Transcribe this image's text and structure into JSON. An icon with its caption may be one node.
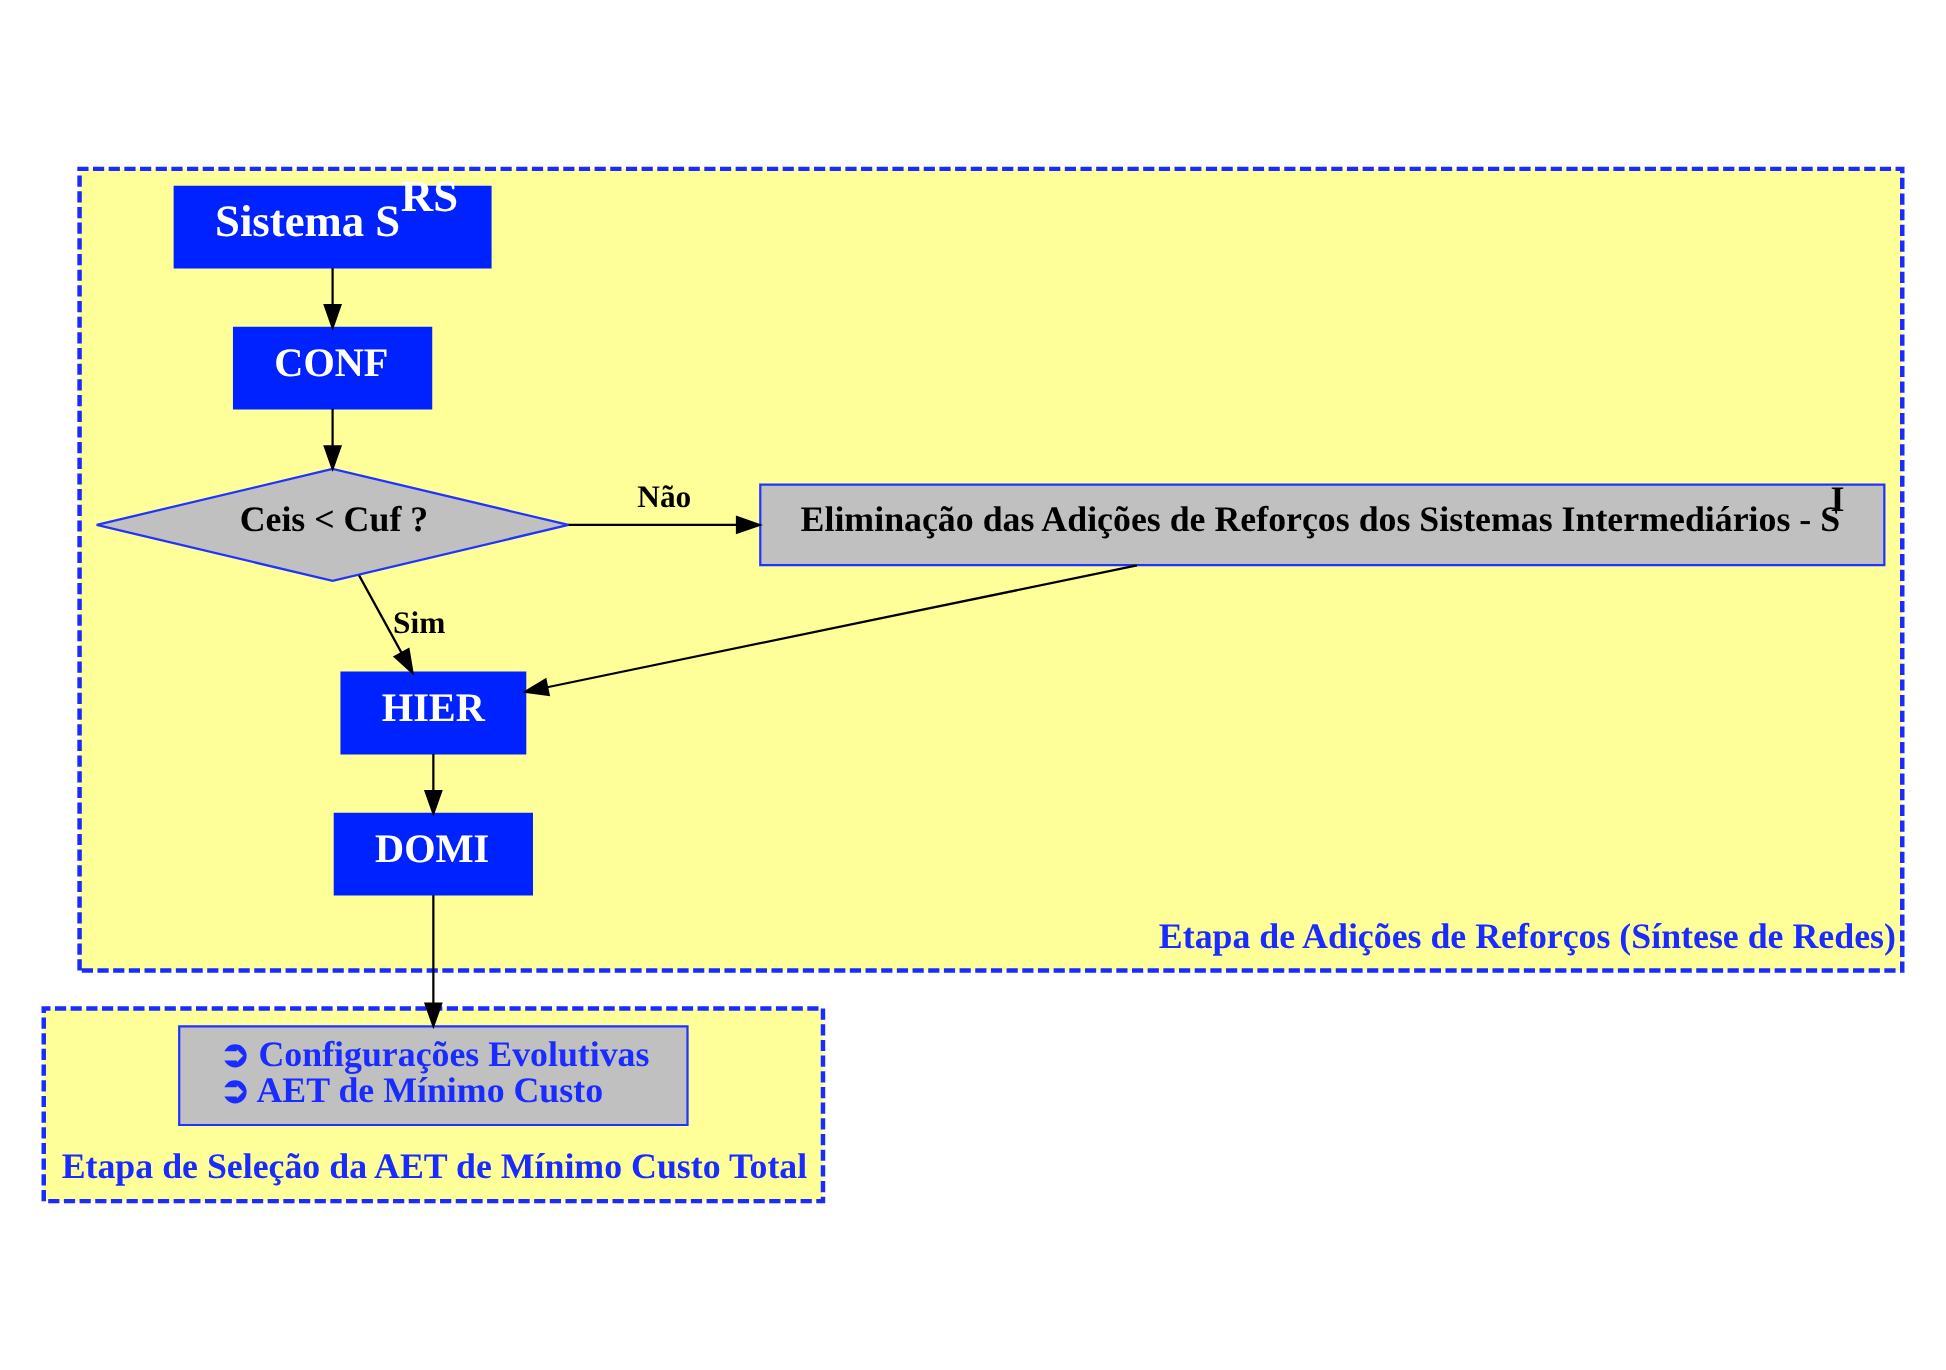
{
  "diagram": {
    "nodes": [
      {
        "text": [
          "Etapa de Adições de Reforços (Síntese de Redes)"
        ]
      },
      {
        "text": [
          "Sistema S$^{RS}$"
        ],
        "in": 0
      },
      {
        "text": [
          "CONF"
        ],
        "in": 0
      },
      {
        "text": [
          "Ceis < Cuf ?"
        ],
        "in": 0
      },
      {
        "text": [
          "Eliminação das Adições de Reforços dos Sistemas Intermediários - S$^{I}$"
        ],
        "in": 0
      },
      {
        "text": [
          "HIER"
        ],
        "in": 0
      },
      {
        "text": [
          "DOMI"
        ],
        "in": 0
      },
      {
        "text": [
          "Etapa de Seleção da AET de Mínimo Custo Total"
        ]
      },
      {
        "text": [
          "➲ Configurações Evolutivas",
          "➲ AET de Mínimo Custo"
        ],
        "in": 7
      }
    ],
    "edges": [
      {
        "from": 1,
        "to": 2,
        "arrow": "to"
      },
      {
        "from": 2,
        "to": 3,
        "arrow": "to"
      },
      {
        "from": 3,
        "to": 4,
        "arrow": "to",
        "label": "Não"
      },
      {
        "from": 3,
        "to": 5,
        "arrow": "to",
        "label": "Sim"
      },
      {
        "from": 4,
        "to": 5,
        "arrow": "to"
      },
      {
        "from": 5,
        "to": 6,
        "arrow": "to"
      },
      {
        "from": 6,
        "to": 8,
        "arrow": "to"
      }
    ]
  }
}
